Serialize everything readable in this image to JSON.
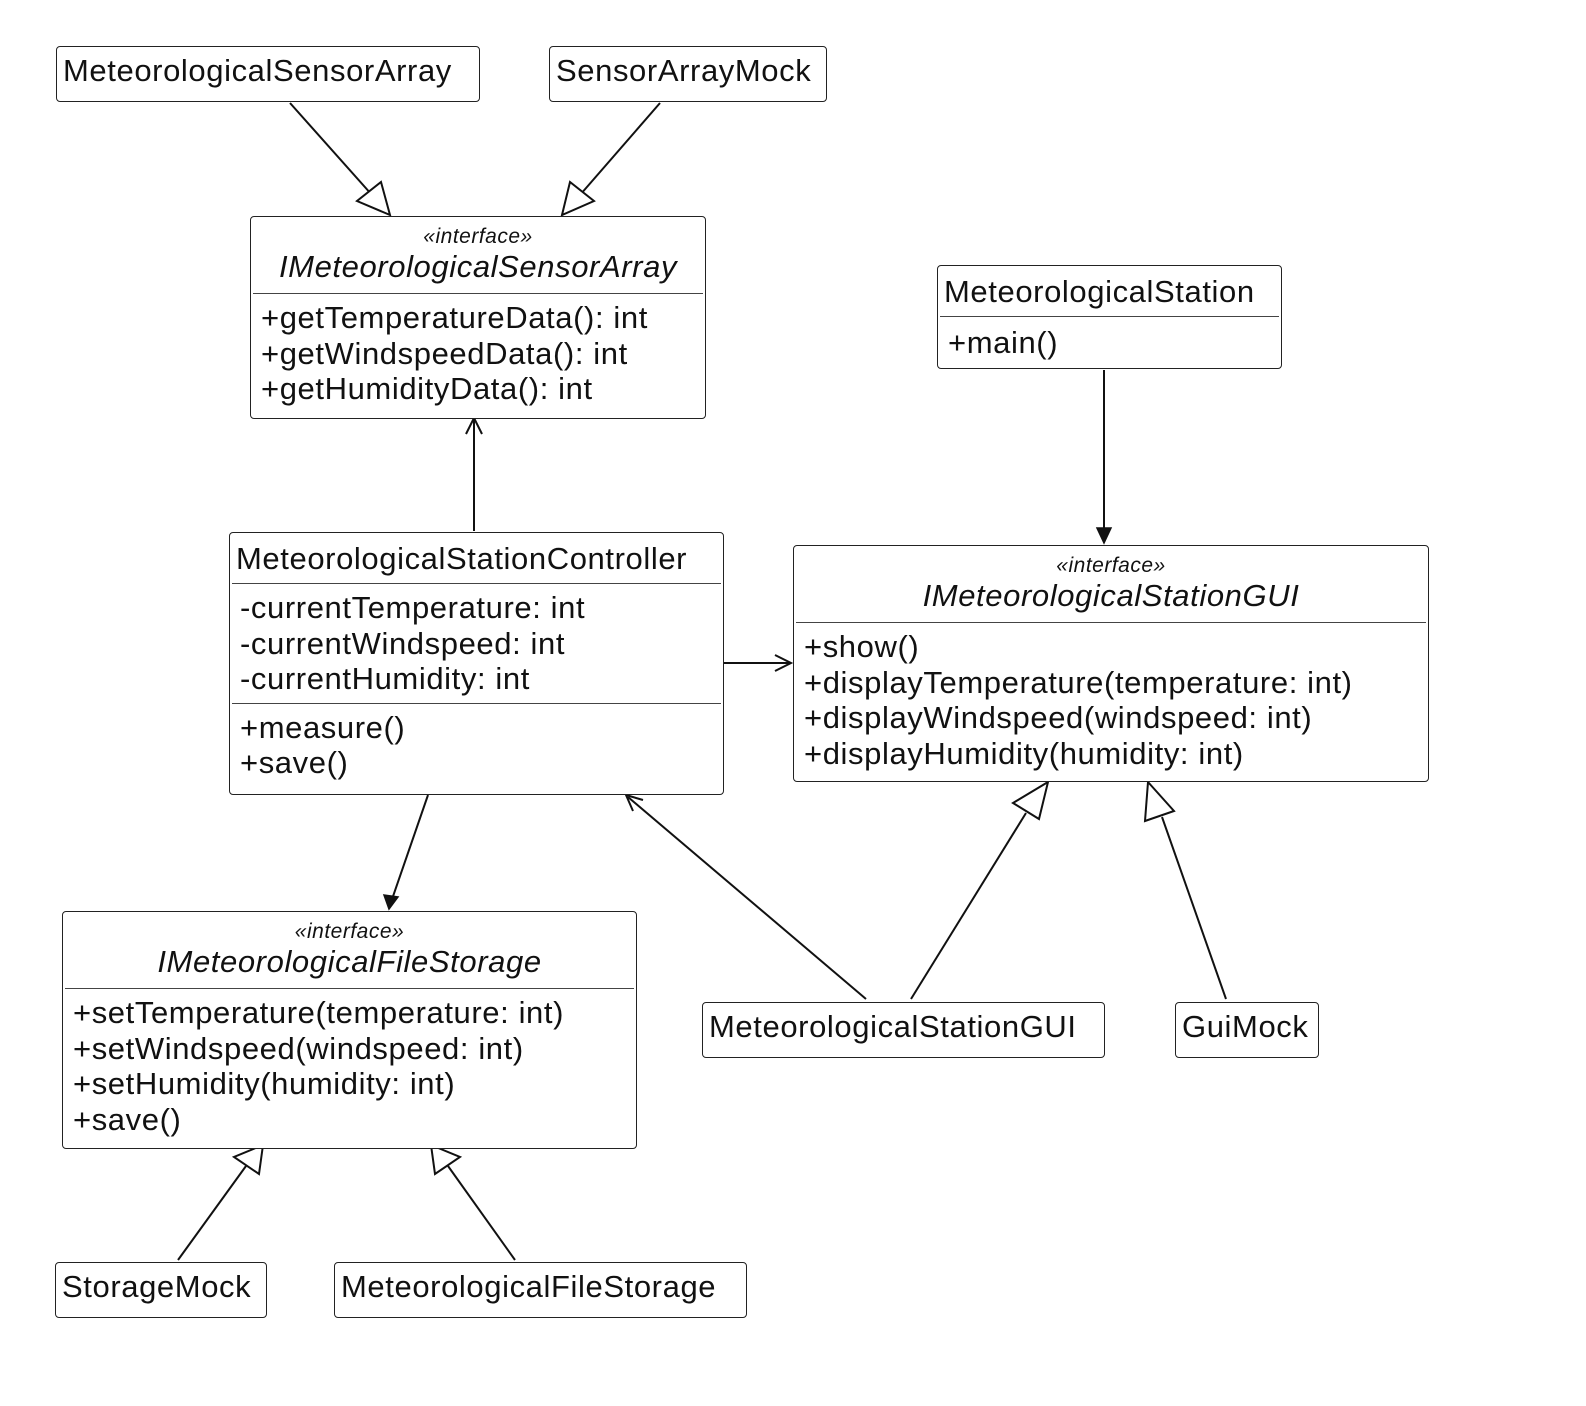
{
  "diagram": {
    "classes": {
      "sensor_array": {
        "name": "MeteorologicalSensorArray"
      },
      "sensor_mock": {
        "name": "SensorArrayMock"
      },
      "i_sensor_array": {
        "stereotype": "«interface»",
        "name": "IMeteorologicalSensorArray",
        "methods": [
          "+getTemperatureData(): int",
          "+getWindspeedData(): int",
          "+getHumidityData(): int"
        ]
      },
      "station": {
        "name": "MeteorologicalStation",
        "methods": [
          "+main()"
        ]
      },
      "controller": {
        "name": "MeteorologicalStationController",
        "fields": [
          "-currentTemperature: int",
          "-currentWindspeed: int",
          "-currentHumidity: int"
        ],
        "methods": [
          "+measure()",
          "+save()"
        ]
      },
      "i_gui": {
        "stereotype": "«interface»",
        "name": "IMeteorologicalStationGUI",
        "methods": [
          "+show()",
          "+displayTemperature(temperature: int)",
          "+displayWindspeed(windspeed: int)",
          "+displayHumidity(humidity: int)"
        ]
      },
      "i_storage": {
        "stereotype": "«interface»",
        "name": "IMeteorologicalFileStorage",
        "methods": [
          "+setTemperature(temperature: int)",
          "+setWindspeed(windspeed: int)",
          "+setHumidity(humidity: int)",
          "+save()"
        ]
      },
      "gui": {
        "name": "MeteorologicalStationGUI"
      },
      "gui_mock": {
        "name": "GuiMock"
      },
      "storage_mock": {
        "name": "StorageMock"
      },
      "file_storage": {
        "name": "MeteorologicalFileStorage"
      }
    },
    "relations": [
      {
        "from": "MeteorologicalSensorArray",
        "to": "IMeteorologicalSensorArray",
        "kind": "realization"
      },
      {
        "from": "SensorArrayMock",
        "to": "IMeteorologicalSensorArray",
        "kind": "realization"
      },
      {
        "from": "MeteorologicalStationController",
        "to": "IMeteorologicalSensorArray",
        "kind": "association"
      },
      {
        "from": "MeteorologicalStation",
        "to": "IMeteorologicalStationGUI",
        "kind": "association"
      },
      {
        "from": "MeteorologicalStationController",
        "to": "IMeteorologicalStationGUI",
        "kind": "association"
      },
      {
        "from": "MeteorologicalStationController",
        "to": "IMeteorologicalFileStorage",
        "kind": "association"
      },
      {
        "from": "MeteorologicalStationGUI",
        "to": "MeteorologicalStationController",
        "kind": "association"
      },
      {
        "from": "MeteorologicalStationGUI",
        "to": "IMeteorologicalStationGUI",
        "kind": "realization"
      },
      {
        "from": "GuiMock",
        "to": "IMeteorologicalStationGUI",
        "kind": "realization"
      },
      {
        "from": "StorageMock",
        "to": "IMeteorologicalFileStorage",
        "kind": "realization"
      },
      {
        "from": "MeteorologicalFileStorage",
        "to": "IMeteorologicalFileStorage",
        "kind": "realization"
      }
    ]
  }
}
